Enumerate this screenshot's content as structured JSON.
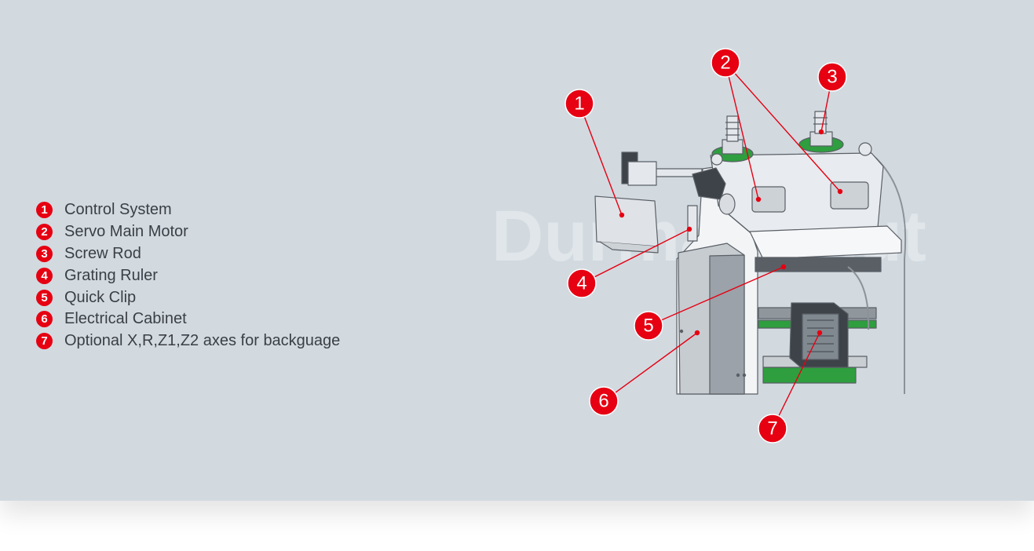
{
  "legend": {
    "items": [
      {
        "num": "1",
        "label": "Control System"
      },
      {
        "num": "2",
        "label": "Servo Main Motor"
      },
      {
        "num": "3",
        "label": "Screw Rod"
      },
      {
        "num": "4",
        "label": "Grating Ruler"
      },
      {
        "num": "5",
        "label": "Quick Clip"
      },
      {
        "num": "6",
        "label": "Electrical Cabinet"
      },
      {
        "num": "7",
        "label": "Optional X,R,Z1,Z2 axes for backguage"
      }
    ]
  },
  "diagram": {
    "watermark": "Durmark Auto",
    "callouts": [
      "1",
      "2",
      "3",
      "4",
      "5",
      "6",
      "7"
    ]
  },
  "colors": {
    "panel": "#d2dae0",
    "callout_red": "#e60012",
    "legend_text": "#3a3f45",
    "machine_green": "#2e9e3e"
  }
}
